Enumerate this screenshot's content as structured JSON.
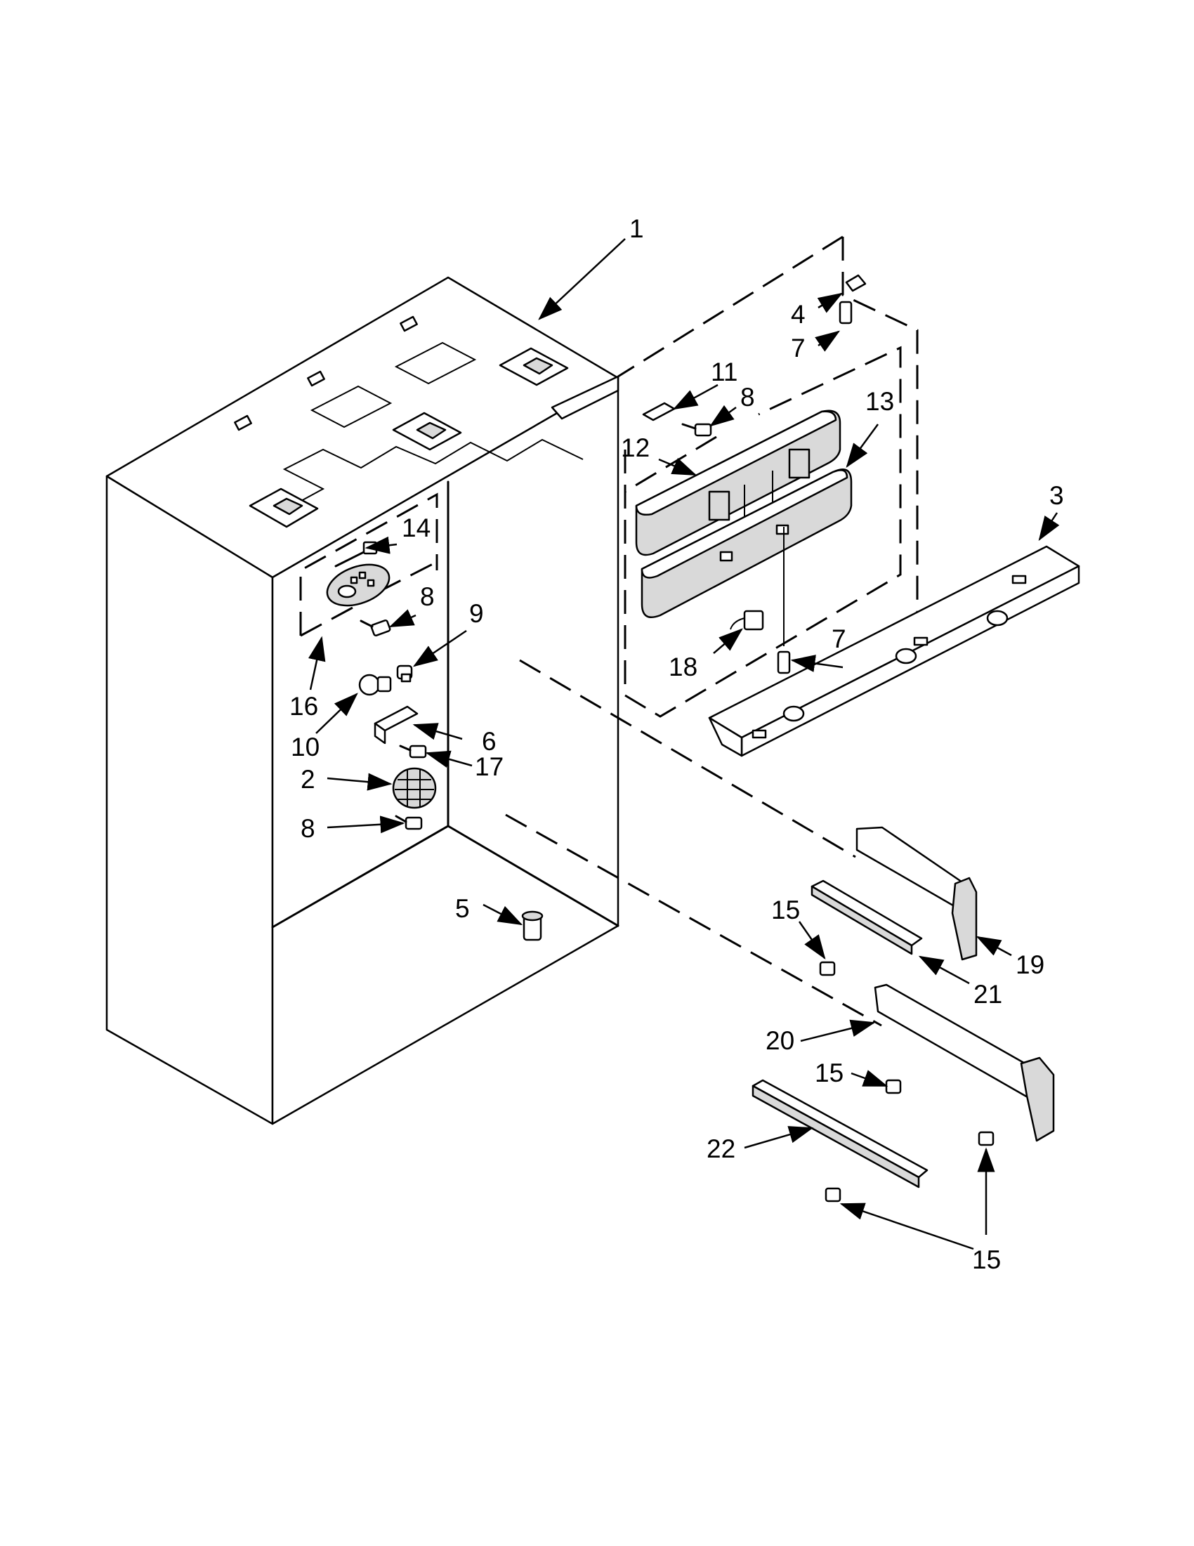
{
  "callouts": {
    "c1": "1",
    "c2": "2",
    "c3": "3",
    "c4": "4",
    "c5": "5",
    "c6": "6",
    "c7a": "7",
    "c7b": "7",
    "c8a": "8",
    "c8b": "8",
    "c8c": "8",
    "c9": "9",
    "c10": "10",
    "c11": "11",
    "c12": "12",
    "c13": "13",
    "c14": "14",
    "c15a": "15",
    "c15b": "15",
    "c15c": "15",
    "c16": "16",
    "c17": "17",
    "c18": "18",
    "c19": "19",
    "c20": "20",
    "c21": "21",
    "c22": "22"
  }
}
